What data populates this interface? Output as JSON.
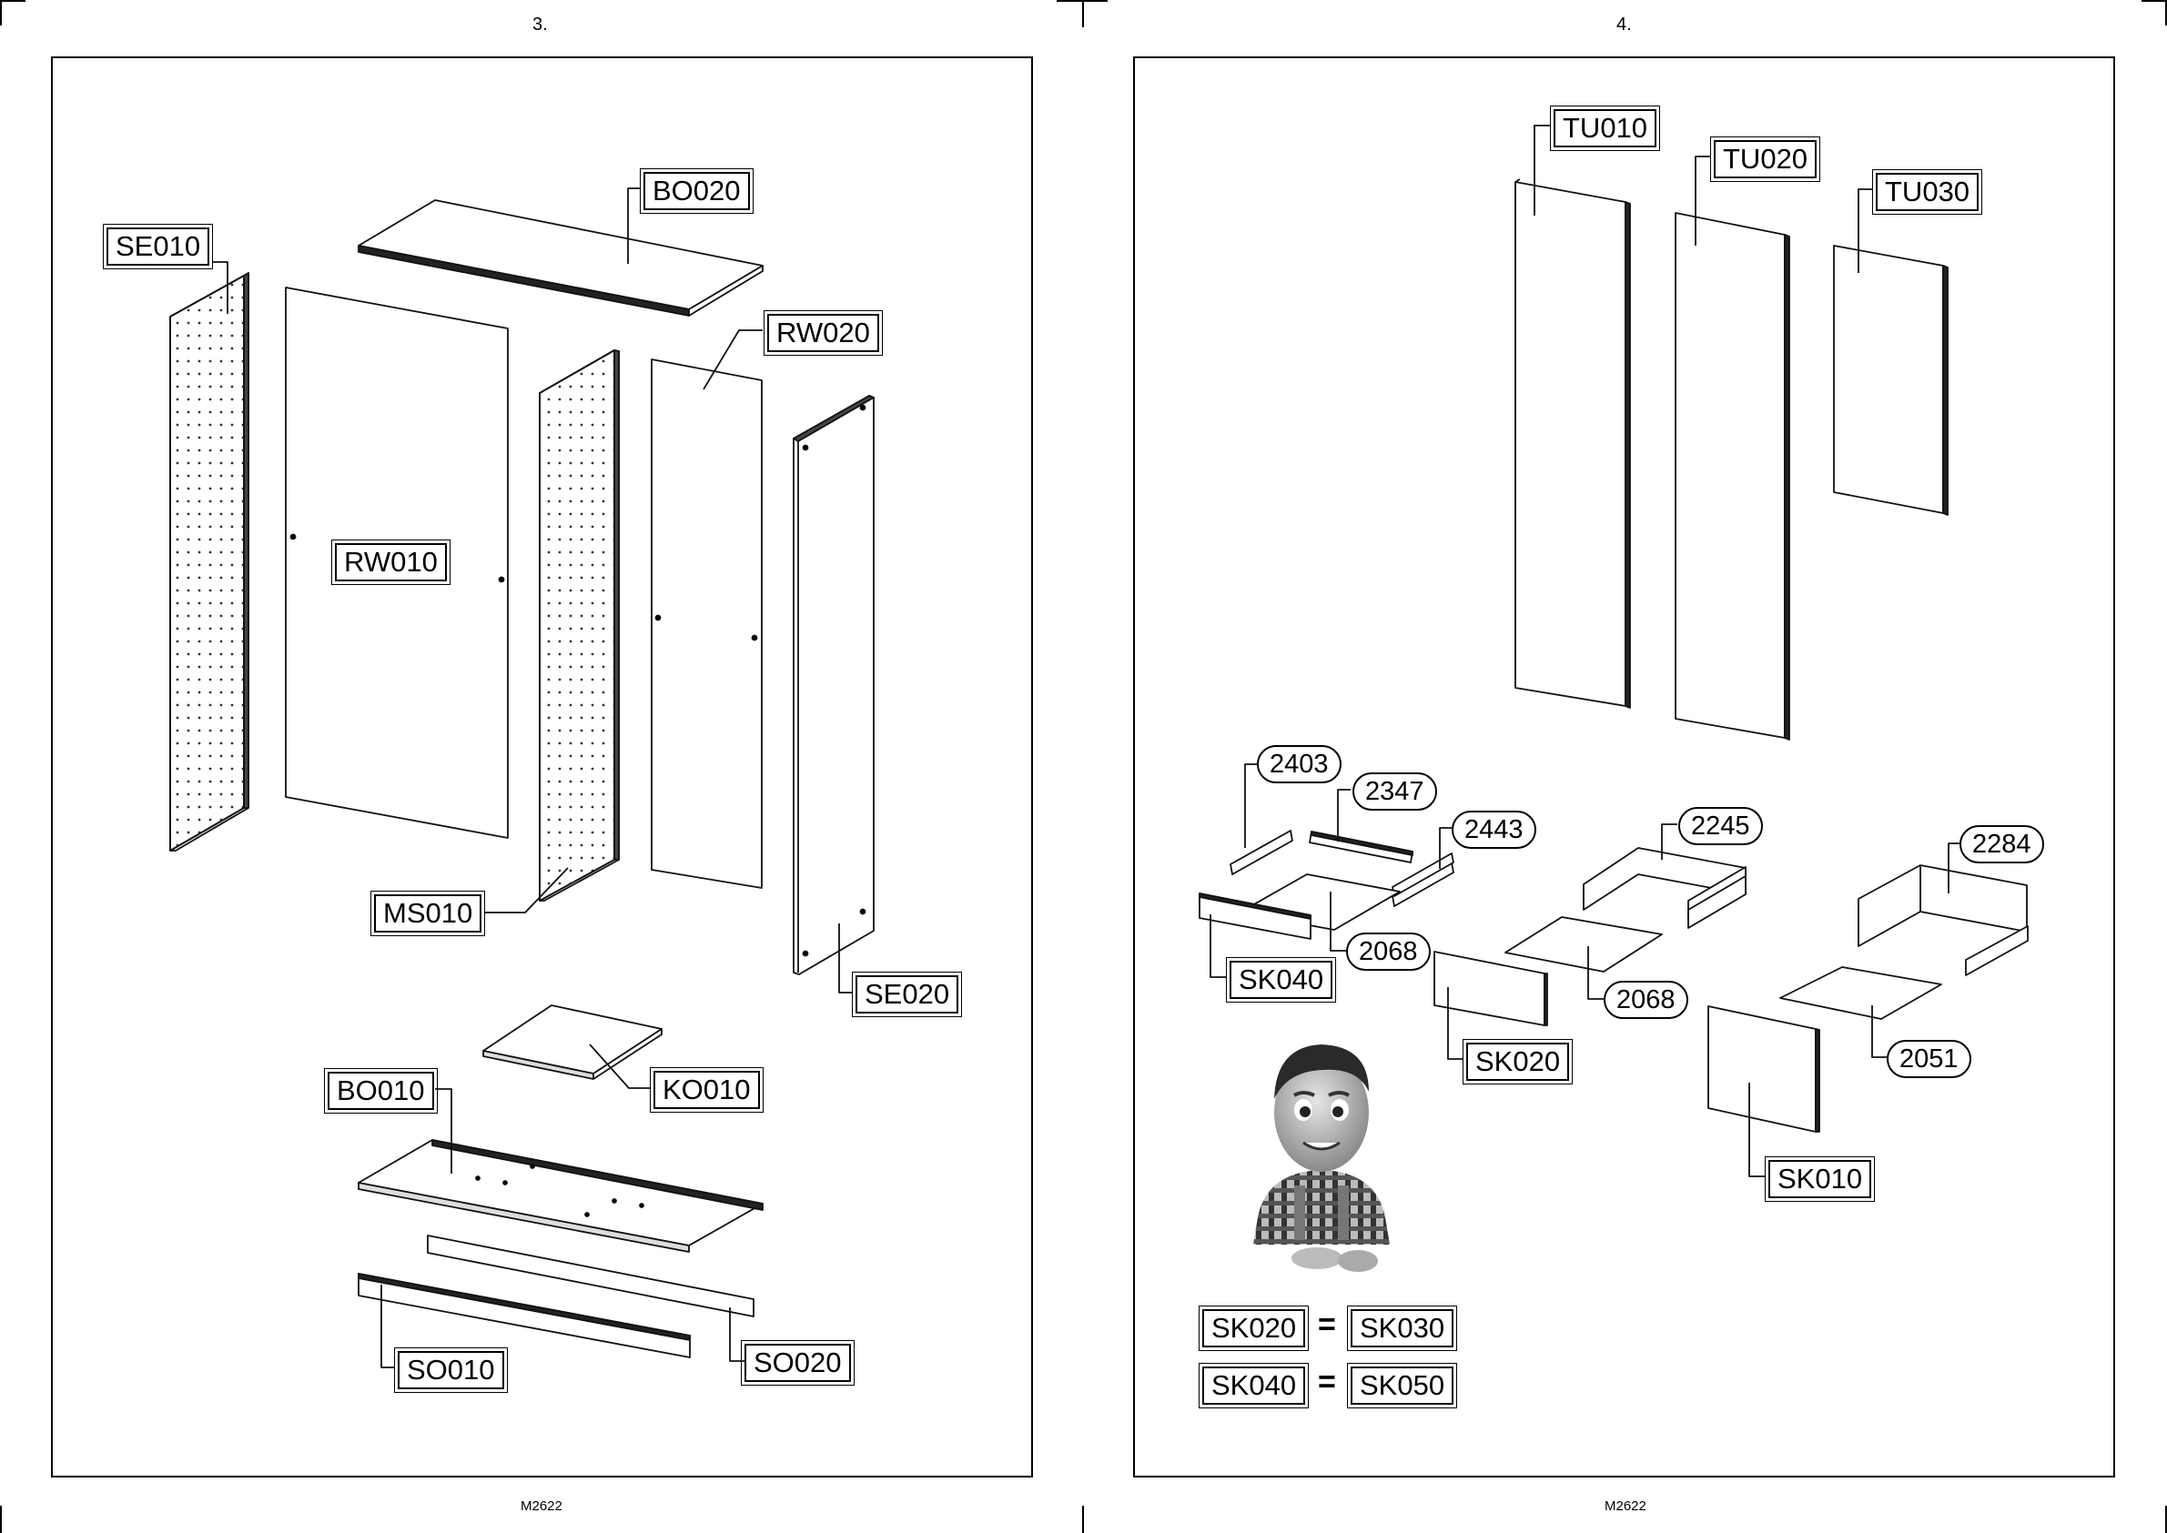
{
  "pages": {
    "left": {
      "number": "3.",
      "footer": "M2622"
    },
    "right": {
      "number": "4.",
      "footer": "M2622"
    }
  },
  "left_labels": {
    "se010": "SE010",
    "bo020": "BO020",
    "rw020": "RW020",
    "rw010": "RW010",
    "ms010": "MS010",
    "se020": "SE020",
    "ko010": "KO010",
    "bo010": "BO010",
    "so010": "SO010",
    "so020": "SO020"
  },
  "right_labels": {
    "tu010": "TU010",
    "tu020": "TU020",
    "tu030": "TU030",
    "sk040": "SK040",
    "sk020": "SK020",
    "sk010": "SK010"
  },
  "hardware": {
    "h2403": "2403",
    "h2347": "2347",
    "h2443": "2443",
    "h2245": "2245",
    "h2284": "2284",
    "h2068a": "2068",
    "h2068b": "2068",
    "h2051": "2051"
  },
  "equivalences": [
    {
      "a": "SK020",
      "eq": "=",
      "b": "SK030"
    },
    {
      "a": "SK040",
      "eq": "=",
      "b": "SK050"
    }
  ]
}
